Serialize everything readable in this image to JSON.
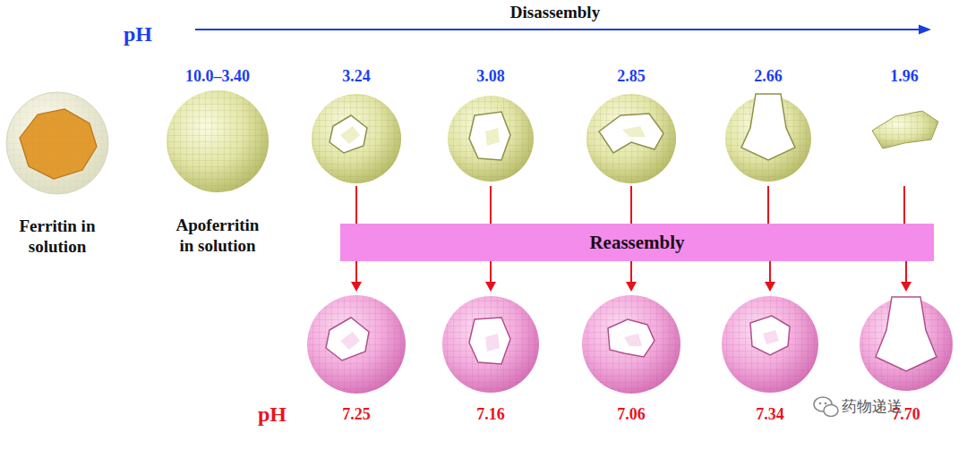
{
  "diagram": {
    "nodes": [
      {
        "text": [
          "Ferritin in solution"
        ]
      },
      {
        "text": [
          "10.0–3.40",
          "Apoferritin in solution"
        ]
      },
      {
        "text": [
          "3.24"
        ]
      },
      {
        "text": [
          "3.08"
        ]
      },
      {
        "text": [
          "2.85"
        ]
      },
      {
        "text": [
          "2.66"
        ]
      },
      {
        "text": [
          "1.96"
        ]
      },
      {
        "text": [
          "Reassembly"
        ]
      },
      {
        "text": [
          "7.25"
        ]
      },
      {
        "text": [
          "7.16"
        ]
      },
      {
        "text": [
          "7.06"
        ]
      },
      {
        "text": [
          "7.34"
        ]
      },
      {
        "text": [
          "7.70"
        ]
      }
    ],
    "edges": [
      {
        "from": 2,
        "to": 7,
        "arrow": "none"
      },
      {
        "from": 3,
        "to": 7,
        "arrow": "none"
      },
      {
        "from": 4,
        "to": 7,
        "arrow": "none"
      },
      {
        "from": 5,
        "to": 7,
        "arrow": "none"
      },
      {
        "from": 6,
        "to": 7,
        "arrow": "none"
      },
      {
        "from": 7,
        "to": 8,
        "arrow": "to"
      },
      {
        "from": 7,
        "to": 9,
        "arrow": "to"
      },
      {
        "from": 7,
        "to": 10,
        "arrow": "to"
      },
      {
        "from": 7,
        "to": 11,
        "arrow": "to"
      },
      {
        "from": 7,
        "to": 12,
        "arrow": "to"
      }
    ],
    "labels": [
      "Disassembly",
      "pH",
      "pH",
      "药物递送"
    ]
  }
}
